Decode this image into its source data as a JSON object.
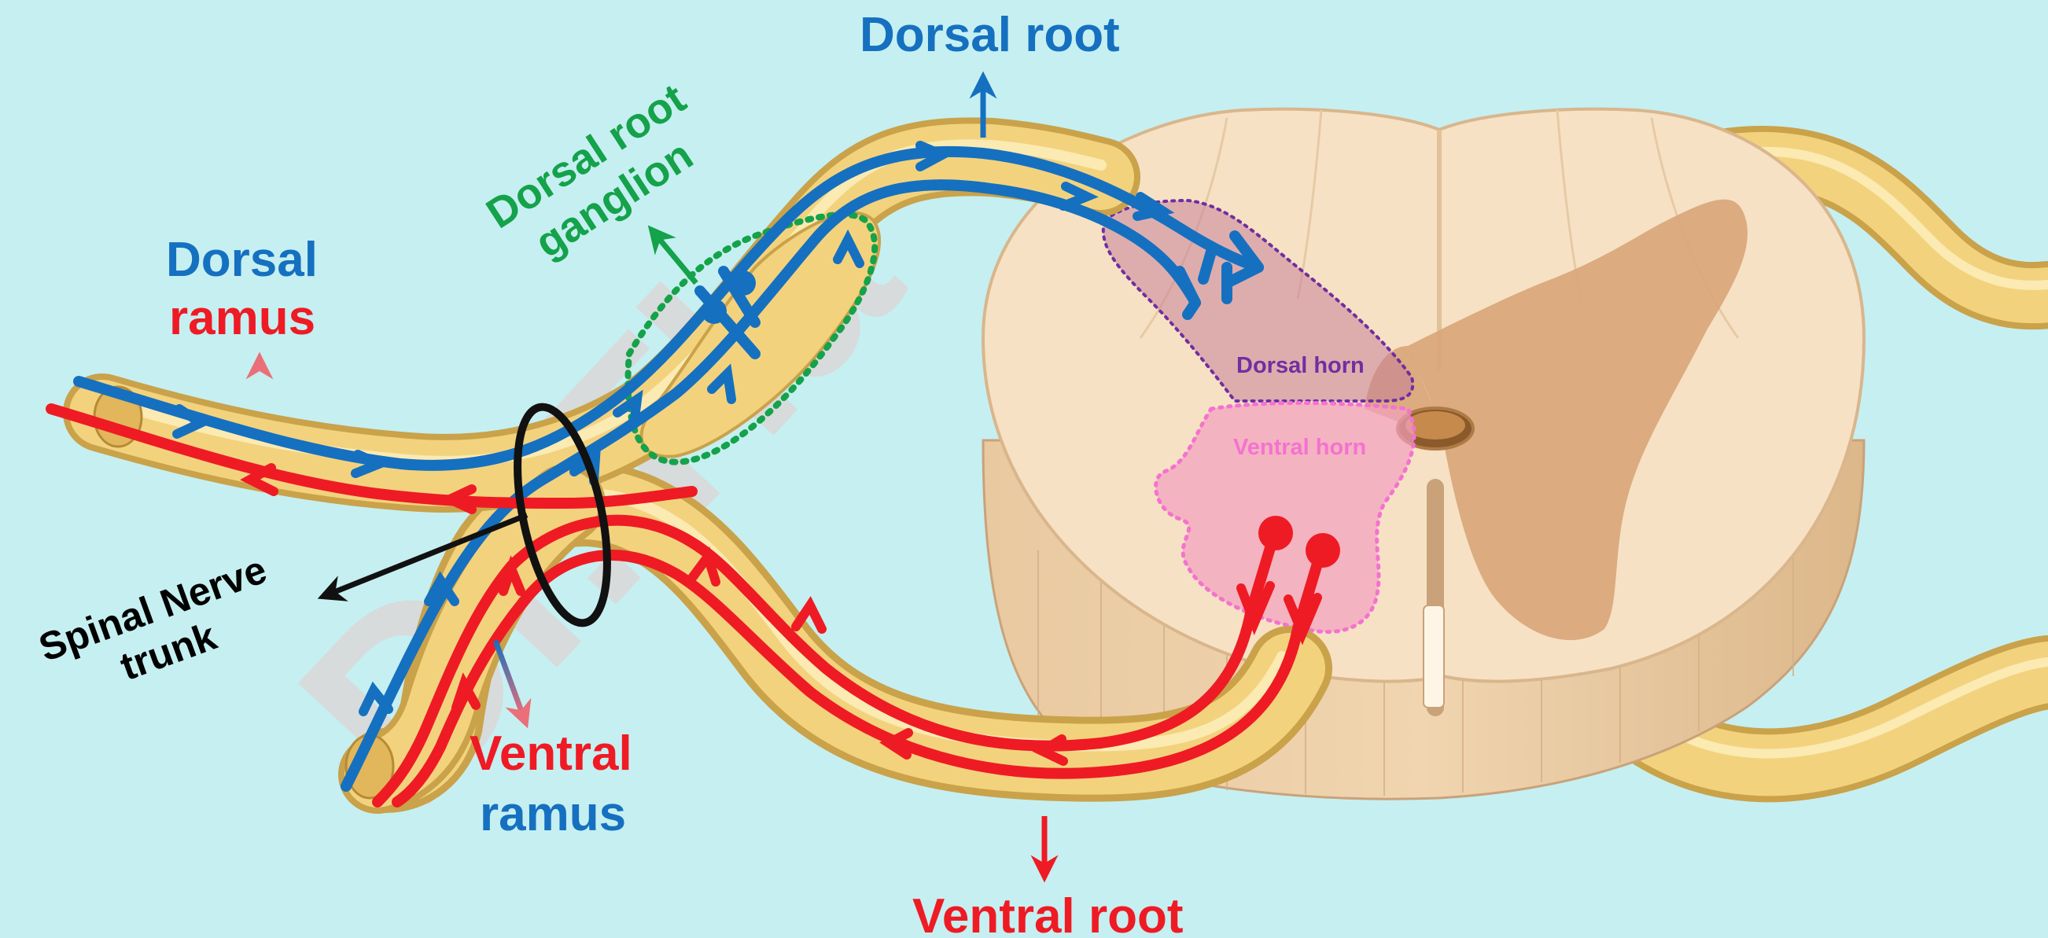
{
  "labels": {
    "dorsal_root": "Dorsal root",
    "dorsal_root_ganglion_line1": "Dorsal root",
    "dorsal_root_ganglion_line2": "ganglion",
    "dorsal_ramus_line1": "Dorsal",
    "dorsal_ramus_line2": "ramus",
    "spinal_nerve_trunk_line1": "Spinal Nerve",
    "spinal_nerve_trunk_line2": "trunk",
    "ventral_ramus_line1": "Ventral",
    "ventral_ramus_line2": "ramus",
    "ventral_root": "Ventral root",
    "dorsal_horn": "Dorsal horn",
    "ventral_horn": "Ventral horn"
  },
  "watermark": "Dr.Tla",
  "colors": {
    "background": "#c6eff1",
    "sensory_blue": "#1570c0",
    "motor_red": "#ee1b24",
    "ganglion_green": "#14a24a",
    "dorsal_horn_purple": "#6f2fa0",
    "ventral_horn_pink": "#f472d0",
    "nerve_yellow": "#f2d27a",
    "cord_tissue": "#f6e1c4",
    "grey_matter": "#d9a679"
  }
}
